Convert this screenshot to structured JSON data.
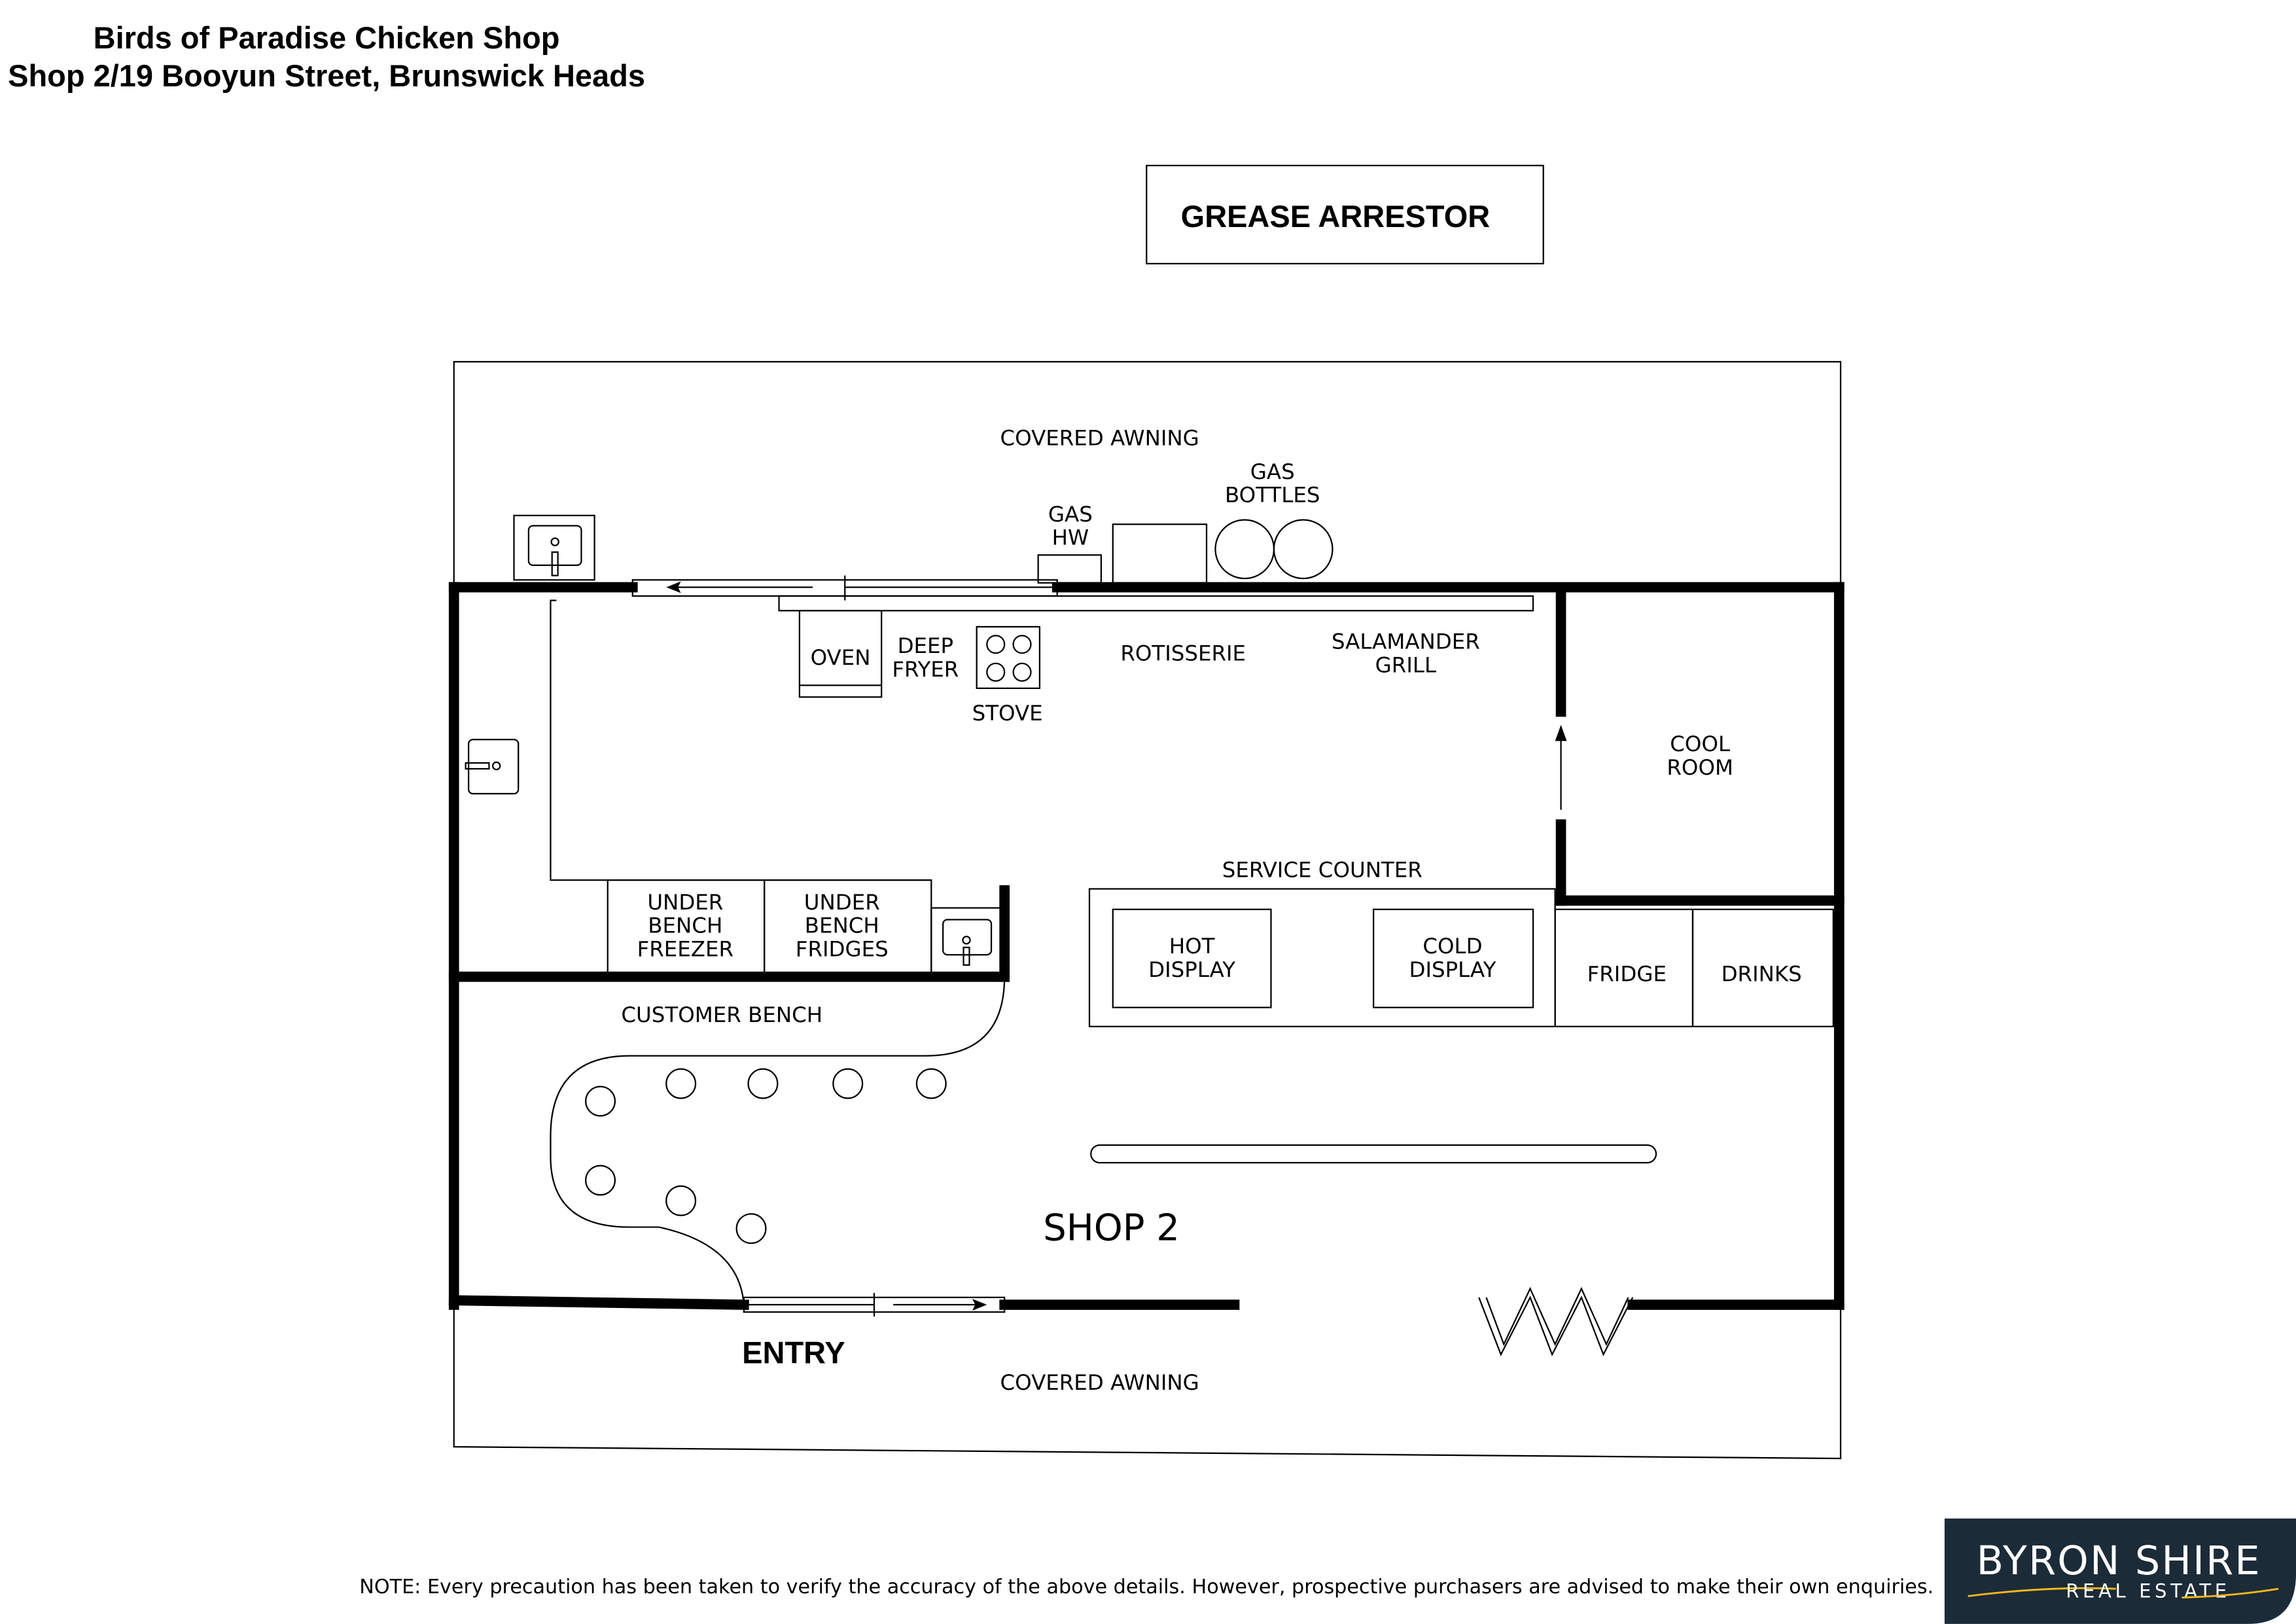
{
  "header": {
    "title": "Birds of Paradise Chicken Shop",
    "address": "Shop 2/19 Booyun Street, Brunswick Heads"
  },
  "labels": {
    "grease_arrestor": "GREASE ARRESTOR",
    "covered_awning_top": "COVERED AWNING",
    "gas_bottles": [
      "GAS",
      "BOTTLES"
    ],
    "gas_hw": [
      "GAS",
      "HW"
    ],
    "oven": "OVEN",
    "deep_fryer": [
      "DEEP",
      "FRYER"
    ],
    "stove": "STOVE",
    "rotisserie": "ROTISSERIE",
    "salamander_grill": [
      "SALAMANDER",
      "GRILL"
    ],
    "cool_room": [
      "COOL",
      "ROOM"
    ],
    "service_counter": "SERVICE COUNTER",
    "under_bench_freezer": [
      "UNDER",
      "BENCH",
      "FREEZER"
    ],
    "under_bench_fridges": [
      "UNDER",
      "BENCH",
      "FRIDGES"
    ],
    "hot_display": [
      "HOT",
      "DISPLAY"
    ],
    "cold_display": [
      "COLD",
      "DISPLAY"
    ],
    "fridge": "FRIDGE",
    "drinks": "DRINKS",
    "customer_bench": "CUSTOMER BENCH",
    "shop": "SHOP 2",
    "entry": "ENTRY",
    "covered_awning_bottom": "COVERED AWNING"
  },
  "note": "NOTE: Every precaution has been taken to verify the accuracy of the above details. However, prospective purchasers are advised to make their own enquiries.",
  "logo": {
    "name": "BYRON SHIRE",
    "tagline": "REAL ESTATE",
    "bg_color": "#1c2b38",
    "accent_color": "#f2b71c"
  }
}
